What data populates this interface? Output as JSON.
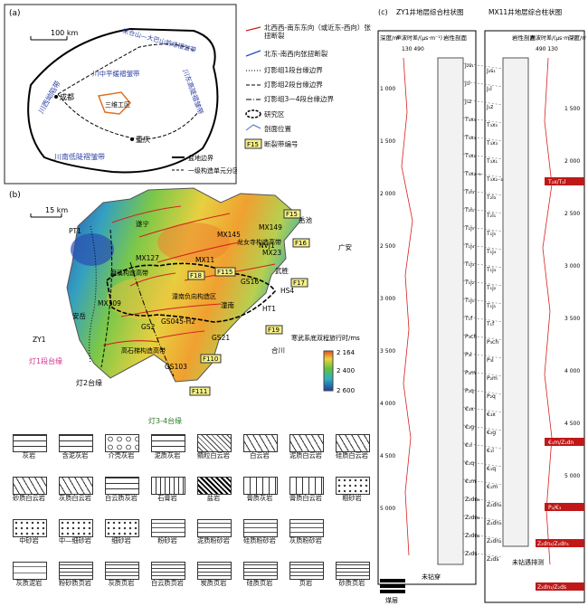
{
  "panel_a": {
    "label": "(a)",
    "scale": "100 km",
    "regions": [
      "川西坳陷带",
      "川中平缓褶皱带",
      "川东高陡褶皱带",
      "川南低陡褶皱带",
      "米仓山—大巴山前缘褶皱带"
    ],
    "cities": [
      "成都",
      "重庆"
    ],
    "study_area": "三维工区",
    "legend": [
      "盆地边界",
      "一级构造单元分区线"
    ]
  },
  "panel_b": {
    "label": "(b)",
    "scale": "15 km",
    "wells": [
      "PT1",
      "MX145",
      "MX149",
      "MX23",
      "MX11",
      "MX127",
      "GS16",
      "HS4",
      "HT1",
      "GS045-H2",
      "GS2",
      "GS21",
      "MX109",
      "GS103",
      "ZY1"
    ],
    "places": [
      "遂宁",
      "广安",
      "安岳",
      "潼南",
      "武胜",
      "合川",
      "岳池"
    ],
    "zones": [
      "磨溪构造高带",
      "龙女寺构造高带",
      "潼南负向构造区",
      "高石梯构造高带"
    ],
    "faults": [
      "F15",
      "F16",
      "F17",
      "F18",
      "F19",
      "F110",
      "F111",
      "F115"
    ],
    "shelf_edges": [
      "灯1段台缘",
      "灯2台缘",
      "灯3-4台缘"
    ],
    "colorbar_title": "寒武系底双程旅行时/ms",
    "colorbar_ticks": [
      "2 164",
      "2 400",
      "2 600"
    ],
    "nvj": "NVJ1"
  },
  "legend_top": [
    "北西西-南东东向（或近东-西向）张扭断裂",
    "北东-南西向张扭断裂",
    "灯影组1段台缘边界",
    "灯影组2段台缘边界",
    "灯影组3—4段台缘边界",
    "研究区",
    "剖面位置",
    "断裂带编号"
  ],
  "legend_top_badge": "F15",
  "panel_c": {
    "label": "(c)",
    "left_title": "ZY1井地层综合柱状图",
    "right_title": "MX11井地层综合柱状图",
    "depth_label": "深度/m",
    "sonic_label": "声波时差/(μs·m⁻¹)",
    "sonic_range": "130  490",
    "sonic_range_right": "490  130",
    "litho_label": "岩性剖面",
    "depths_left": [
      "1 000",
      "1 500",
      "2 000",
      "2 500",
      "3 000",
      "3 500",
      "4 000",
      "4 500",
      "5 000"
    ],
    "depths_right": [
      "1 500",
      "2 000",
      "2 500",
      "3 000",
      "3 500",
      "4 000",
      "4 500",
      "5 000"
    ],
    "strata": [
      "J₂s₁",
      "J₁l",
      "J₁z",
      "T₃x₅",
      "T₃x₃",
      "T₃x₁",
      "T₃x₂₋₃",
      "T₂l₃",
      "T₂l₁",
      "T₁j₅",
      "T₁j₄",
      "T₁j₃",
      "T₁j₂",
      "T₁j₁",
      "T₁f",
      "P₃ch",
      "P₃l",
      "P₂m",
      "P₂q",
      "€₃x",
      "€₂g",
      "€₁l",
      "€₁q",
      "€₁m",
      "Z₂dn₄",
      "Z₂dn₃",
      "Z₂dn₂",
      "Z₂ds"
    ],
    "not_drilled": "未钻穿",
    "not_drilled_right": "未钻遇排测",
    "right_tags": [
      "T₃x/T₂l",
      "€₁m/Z₂dn",
      "Z₂dn₂/Z₂dn₁",
      "Z₂dn₁/Z₂ds",
      "P₂/€₃"
    ],
    "coal": "煤层"
  },
  "lithology_legend": [
    "灰岩",
    "含泥灰岩",
    "介壳灰岩",
    "泥质灰岩",
    "鲕粒白云岩",
    "白云岩",
    "泥质白云岩",
    "硅质白云岩",
    "砂质白云岩",
    "灰质白云岩",
    "白云质灰岩",
    "石膏岩",
    "盐岩",
    "膏质灰岩",
    "膏质白云岩",
    "粗砂岩",
    "中砂岩",
    "中—细砂岩",
    "细砂岩",
    "粉砂岩",
    "泥质粉砂岩",
    "硅质粉砂岩",
    "灰质粉砂岩",
    "",
    "灰质泥岩",
    "粉砂质页岩",
    "灰质页岩",
    "白云质页岩",
    "炭质页岩",
    "硅质页岩",
    "页岩",
    "砂质页岩"
  ]
}
